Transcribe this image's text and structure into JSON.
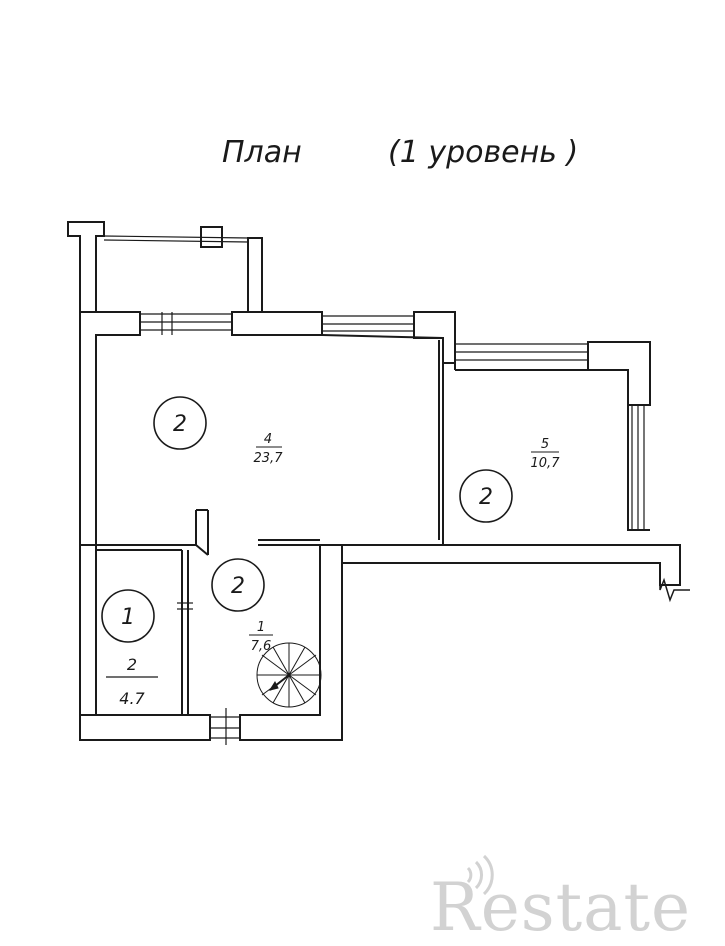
{
  "title": {
    "left": "План",
    "right": "(1 уровень )"
  },
  "rooms": [
    {
      "id": "room-4",
      "number": "4",
      "area": "23,7",
      "floor_type": "2"
    },
    {
      "id": "room-5",
      "number": "5",
      "area": "10,7",
      "floor_type": "2"
    },
    {
      "id": "room-1",
      "number": "1",
      "area": "7,6",
      "floor_type": "2"
    },
    {
      "id": "room-2",
      "number": "2",
      "area": "4.7",
      "floor_type": "1"
    }
  ],
  "watermark": {
    "text": "Restate"
  },
  "colors": {
    "line": "#1a1a1a",
    "wall_fill": "#ffffff",
    "watermark": "#d2d2d2"
  }
}
